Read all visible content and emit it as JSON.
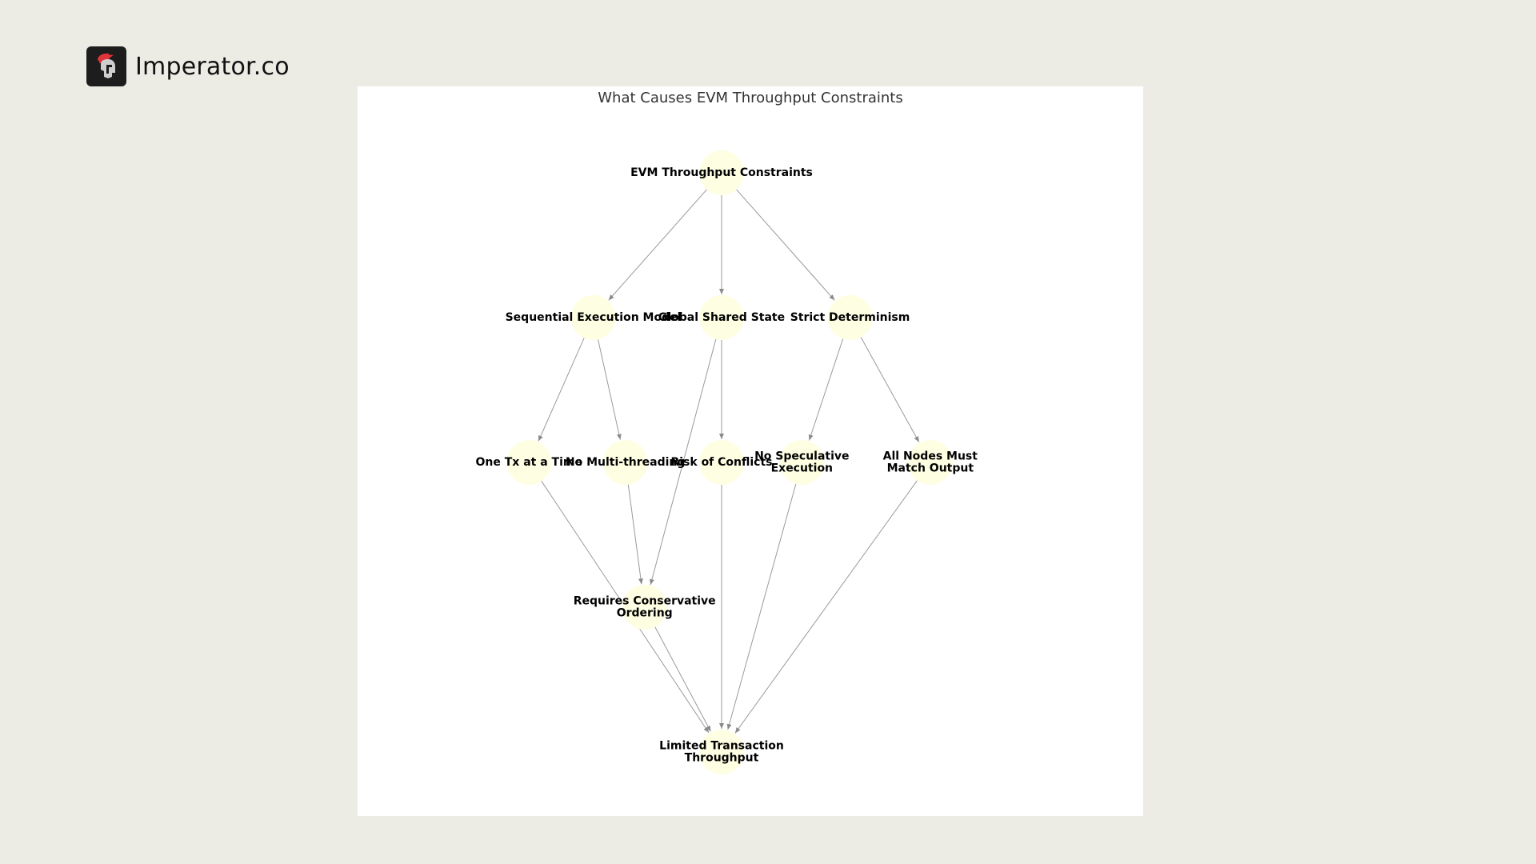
{
  "brand": {
    "name": "Imperator.co",
    "logo_icon": "spartan-helmet-icon",
    "accent": "#e0353a"
  },
  "diagram": {
    "title": "What Causes EVM Throughput Constraints",
    "node_color": "#fefee3",
    "edge_color": "#9a9a9a",
    "nodes": [
      {
        "id": "evm",
        "lines": [
          "EVM Throughput Constraints"
        ],
        "level": 0,
        "col": 4
      },
      {
        "id": "seq",
        "lines": [
          "Sequential Execution Model"
        ],
        "level": 1,
        "col": 2
      },
      {
        "id": "global",
        "lines": [
          "Global Shared State"
        ],
        "level": 1,
        "col": 4
      },
      {
        "id": "strict",
        "lines": [
          "Strict Determinism"
        ],
        "level": 1,
        "col": 6
      },
      {
        "id": "onetx",
        "lines": [
          "One Tx at a Time"
        ],
        "level": 2,
        "col": 1
      },
      {
        "id": "nomulti",
        "lines": [
          "No Multi-threading"
        ],
        "level": 2,
        "col": 2.5
      },
      {
        "id": "risk",
        "lines": [
          "Risk of Conflicts"
        ],
        "level": 2,
        "col": 4
      },
      {
        "id": "nospec",
        "lines": [
          "No Speculative",
          "Execution"
        ],
        "level": 2,
        "col": 5.25
      },
      {
        "id": "allnodes",
        "lines": [
          "All Nodes Must",
          "Match Output"
        ],
        "level": 2,
        "col": 7.25
      },
      {
        "id": "req",
        "lines": [
          "Requires Conservative",
          "Ordering"
        ],
        "level": 3,
        "col": 2.8
      },
      {
        "id": "limited",
        "lines": [
          "Limited Transaction",
          "Throughput"
        ],
        "level": 4,
        "col": 4
      }
    ],
    "edges": [
      [
        "evm",
        "seq"
      ],
      [
        "evm",
        "global"
      ],
      [
        "evm",
        "strict"
      ],
      [
        "seq",
        "onetx"
      ],
      [
        "seq",
        "nomulti"
      ],
      [
        "global",
        "risk"
      ],
      [
        "global",
        "req"
      ],
      [
        "strict",
        "nospec"
      ],
      [
        "strict",
        "allnodes"
      ],
      [
        "nomulti",
        "req"
      ],
      [
        "onetx",
        "limited"
      ],
      [
        "req",
        "limited"
      ],
      [
        "risk",
        "limited"
      ],
      [
        "nospec",
        "limited"
      ],
      [
        "allnodes",
        "limited"
      ]
    ]
  }
}
